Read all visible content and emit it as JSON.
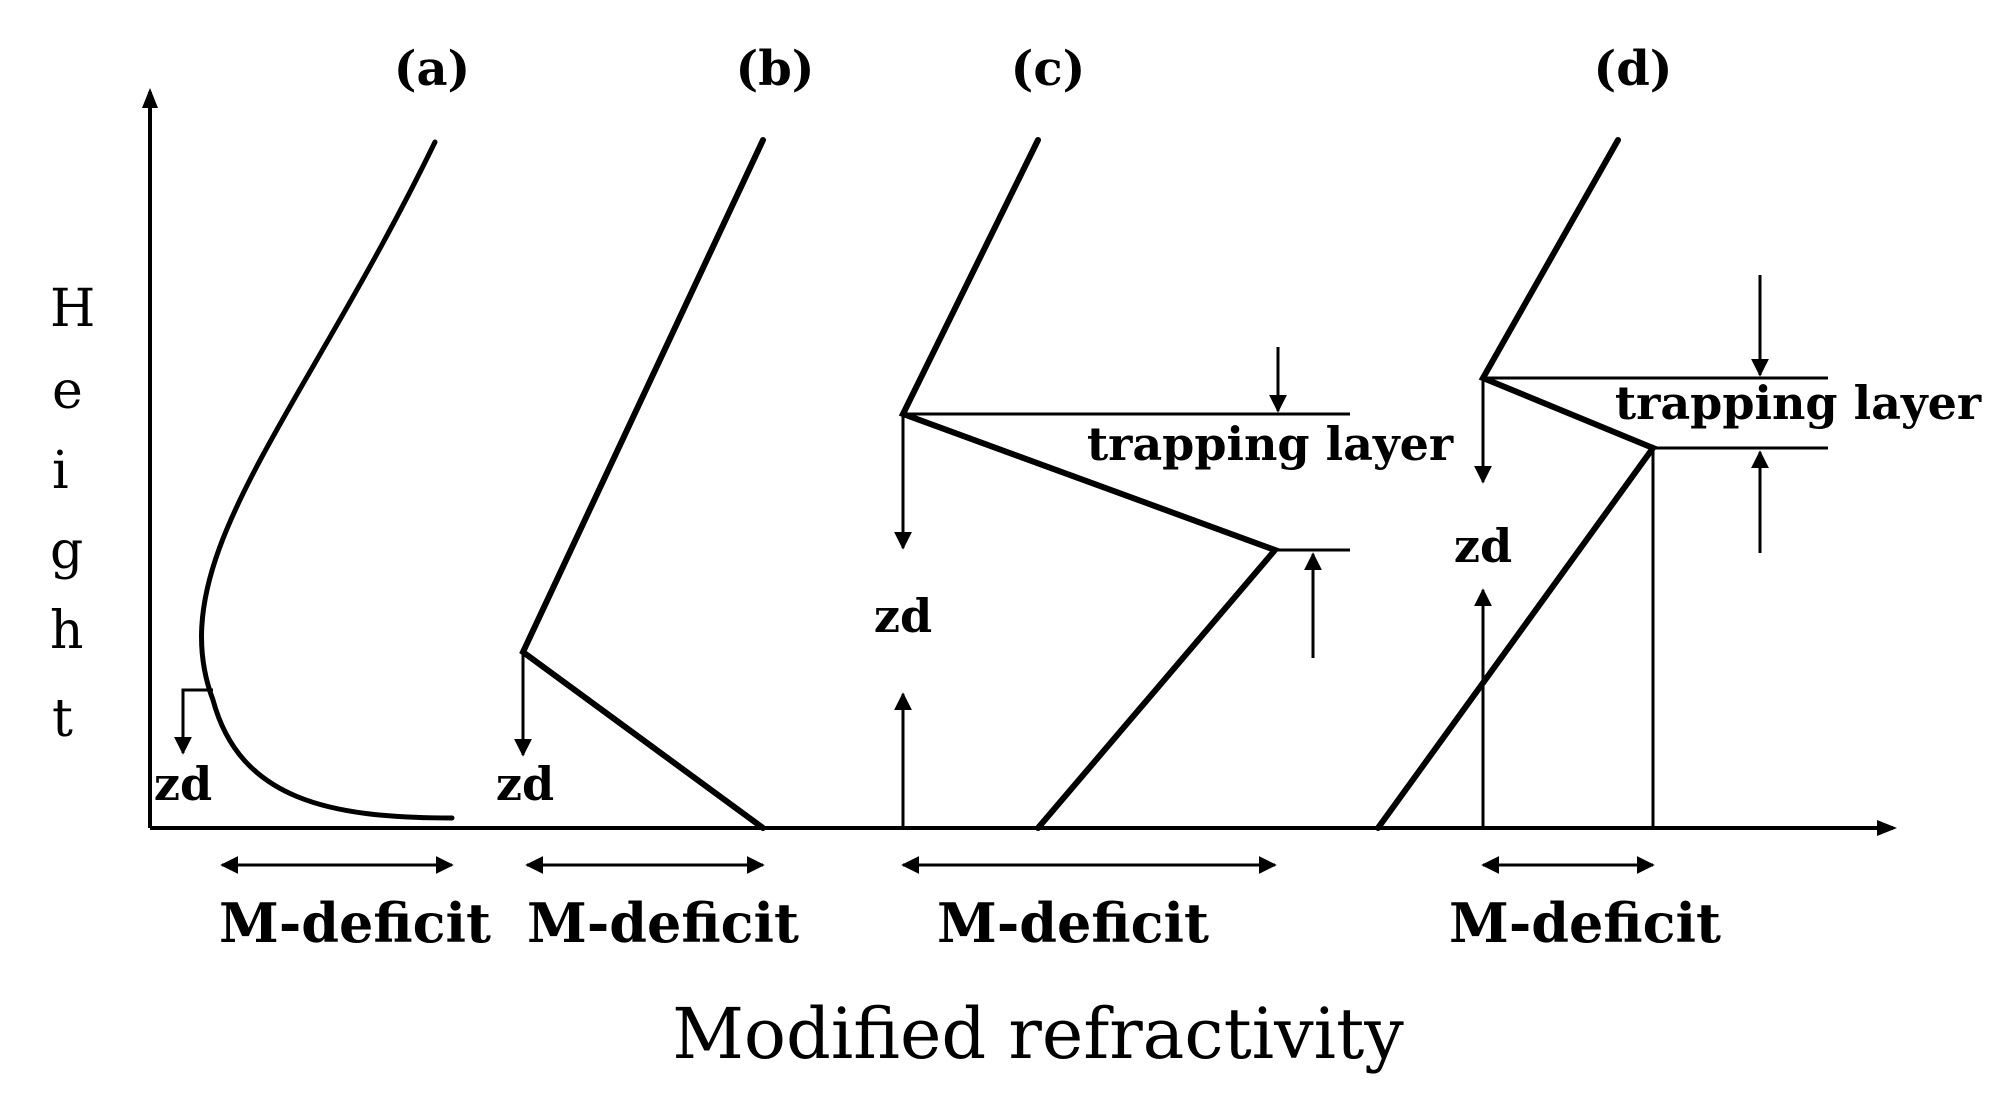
{
  "axes": {
    "y_title_letters": [
      "H",
      "e",
      "i",
      "g",
      "h",
      "t"
    ],
    "x_title": "Modified refractivity"
  },
  "panels": [
    {
      "label": "(a)",
      "zd_label": "zd",
      "m_deficit_label": "M-deficit"
    },
    {
      "label": "(b)",
      "zd_label": "zd",
      "m_deficit_label": "M-deficit"
    },
    {
      "label": "(c)",
      "zd_label": "zd",
      "trapping_label": "trapping layer",
      "m_deficit_label": "M-deficit"
    },
    {
      "label": "(d)",
      "zd_label": "zd",
      "trapping_label": "trapping layer",
      "m_deficit_label": "M-deficit"
    }
  ]
}
